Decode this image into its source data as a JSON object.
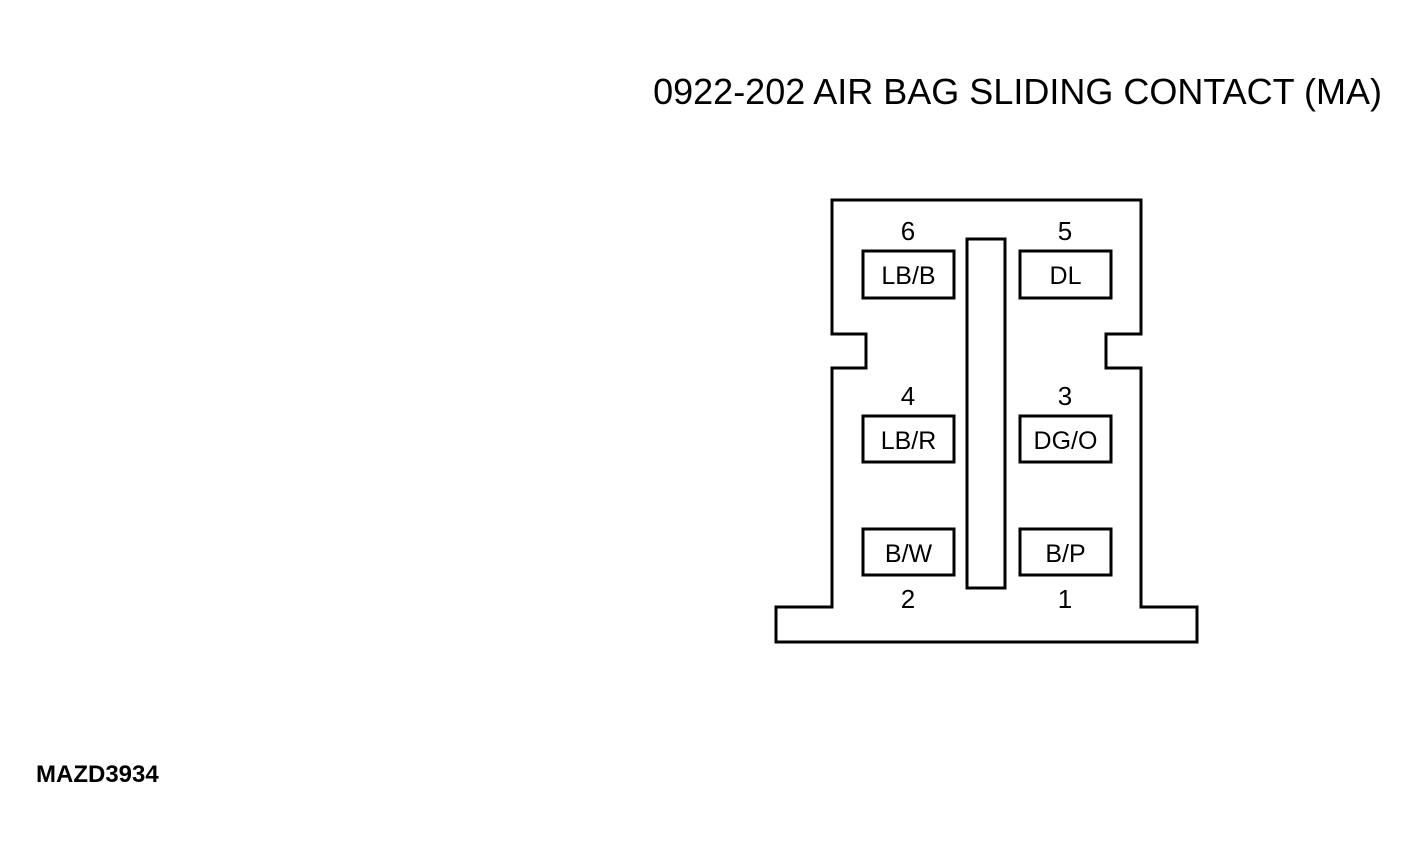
{
  "title": "0922-202 AIR BAG SLIDING CONTACT (MA)",
  "figure_code": "MAZD3934",
  "pins": [
    {
      "number": "6",
      "wire": "LB/B"
    },
    {
      "number": "5",
      "wire": "DL"
    },
    {
      "number": "4",
      "wire": "LB/R"
    },
    {
      "number": "3",
      "wire": "DG/O"
    },
    {
      "number": "2",
      "wire": "B/W"
    },
    {
      "number": "1",
      "wire": "B/P"
    }
  ]
}
